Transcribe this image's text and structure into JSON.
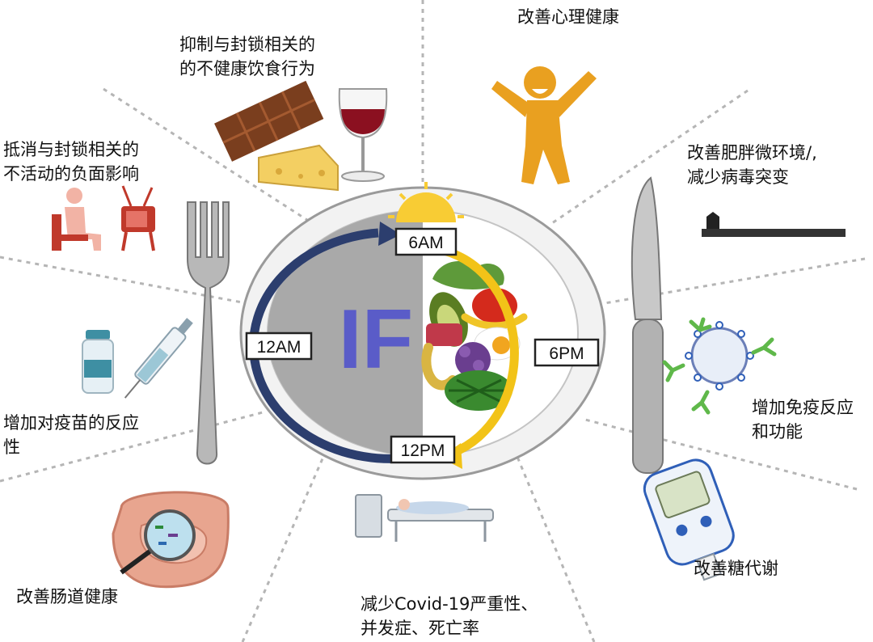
{
  "center": {
    "label": "IF"
  },
  "clock": {
    "top": "6AM",
    "right": "6PM",
    "bottom": "12PM",
    "left": "12AM"
  },
  "benefits": {
    "mental_health": "改善心理健康",
    "eating_behavior": "抑制与封锁相关的\n的不健康饮食行为",
    "inactivity": "抵消与封锁相关的\n不活动的负面影响",
    "obesity_microenv": "改善肥胖微环境/,\n减少病毒突变",
    "vaccine_response": "增加对疫苗的反应\n性",
    "immune": "增加免疫反应\n 和功能",
    "gut_health": "改善肠道健康",
    "covid_severity": "减少Covid-19严重性、\n并发症、死亡率",
    "glucose": "改善糖代谢"
  },
  "colors": {
    "night_arc": "#2c3e6e",
    "day_arc": "#f2c318",
    "if_text": "#5a5cc8",
    "plate_left": "#a9a9a9",
    "wine": "#8b1020",
    "figure": "#e9a020"
  }
}
